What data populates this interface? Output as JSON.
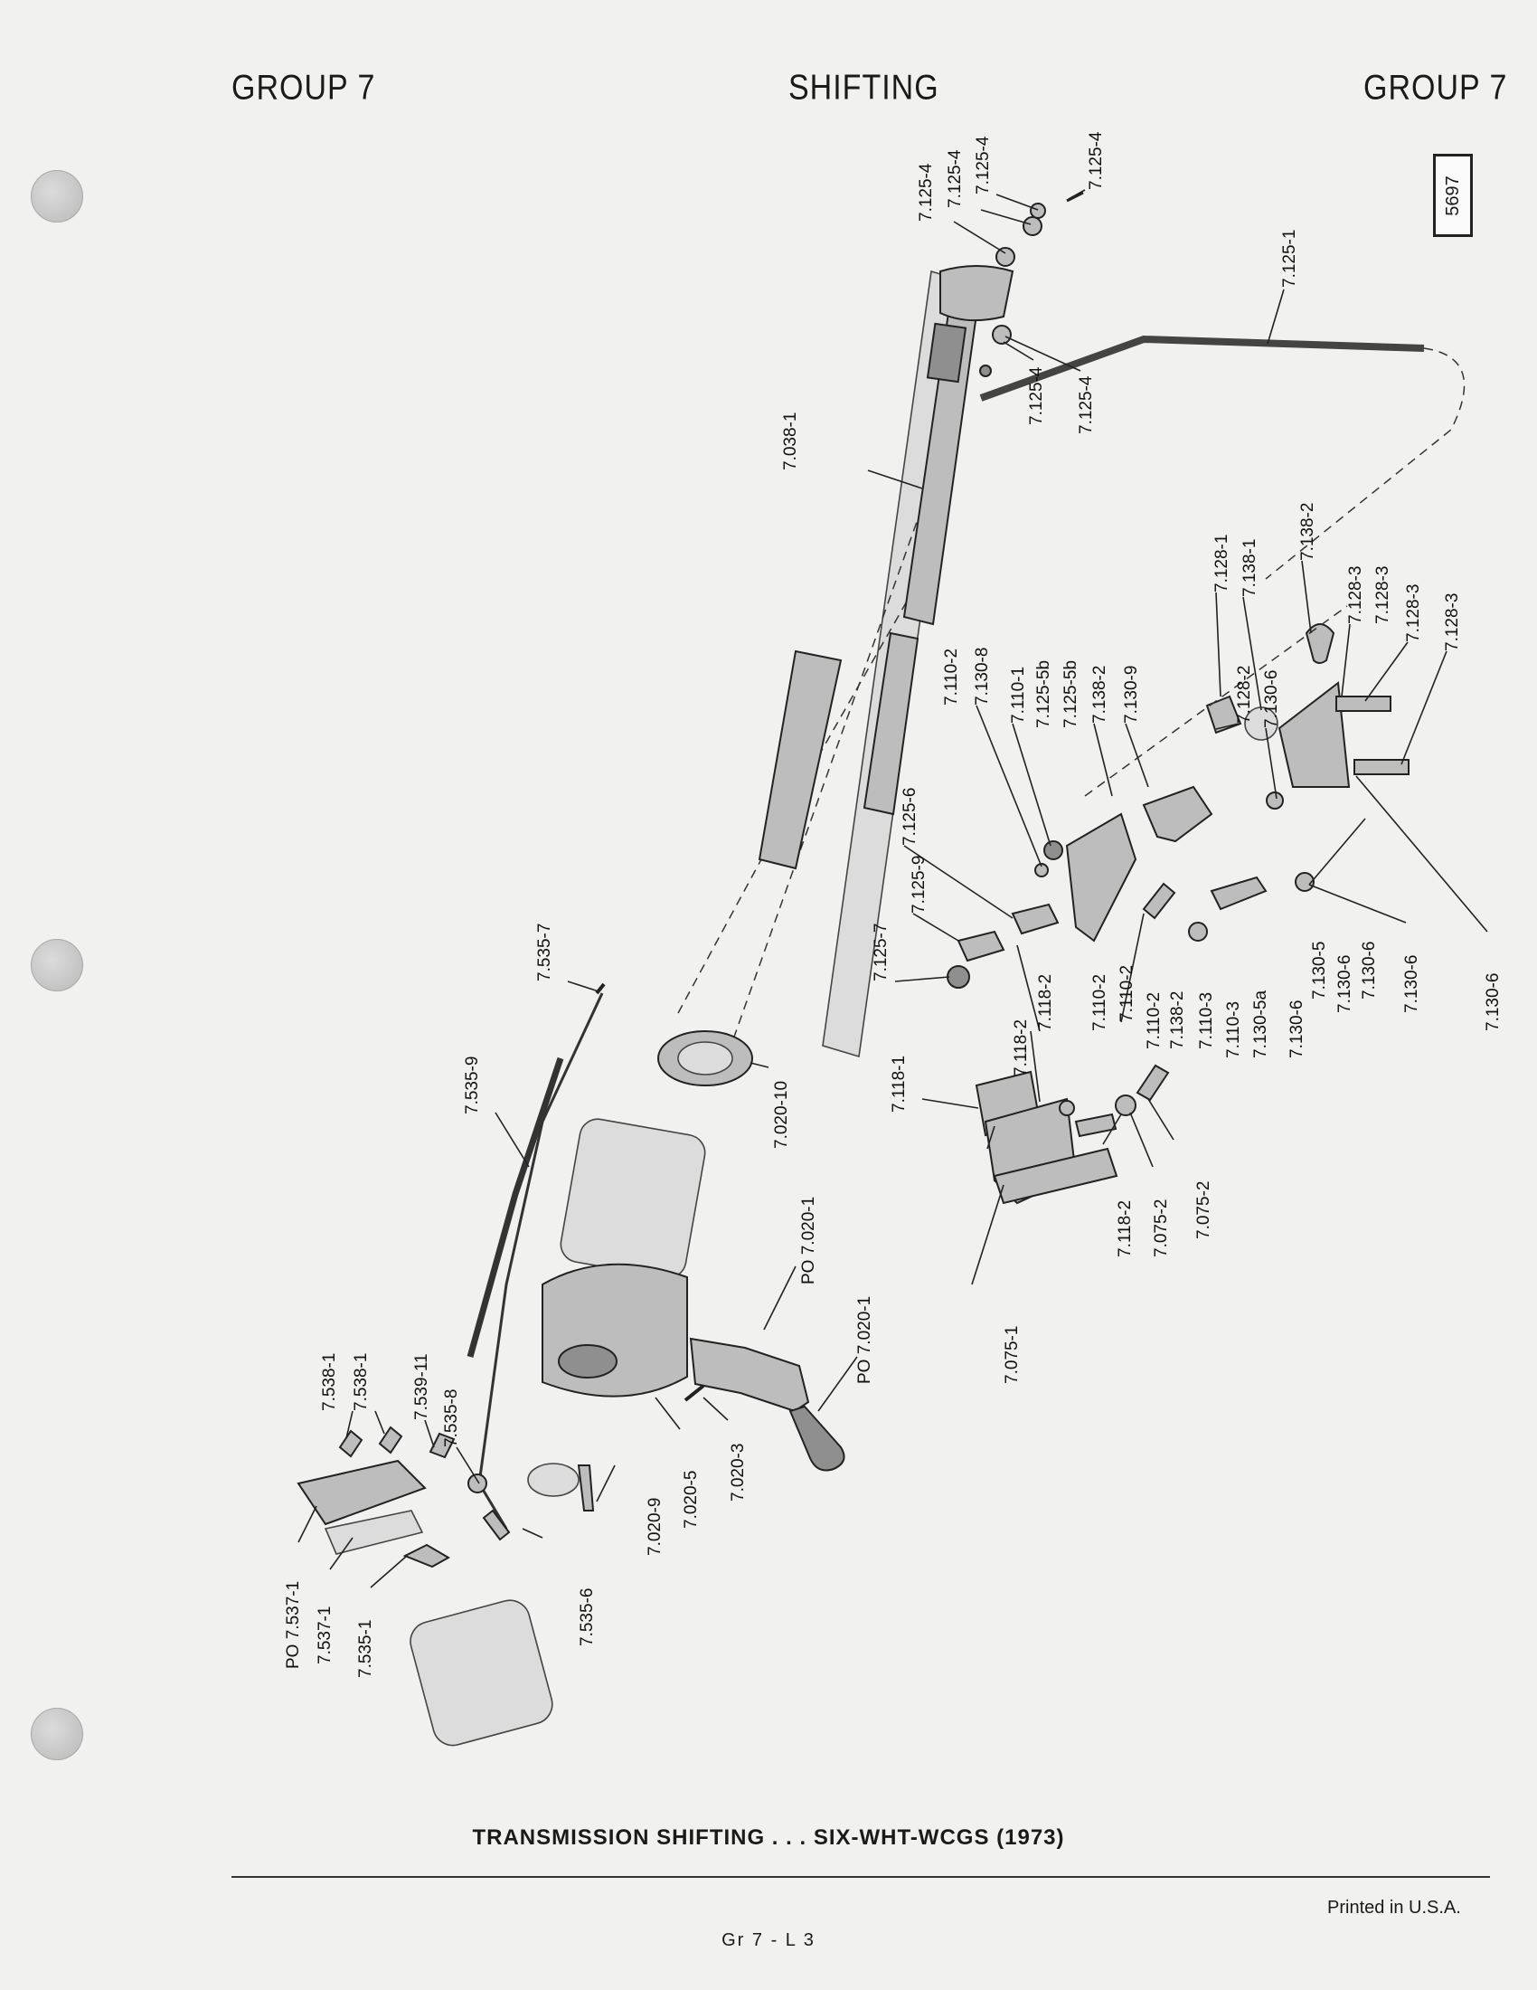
{
  "header": {
    "left": "GROUP 7",
    "center": "SHIFTING",
    "right": "GROUP 7"
  },
  "ref_box": "5697",
  "caption": "TRANSMISSION SHIFTING . . . SIX-WHT-WCGS (1973)",
  "footer": {
    "page_code": "Gr 7 - L 3",
    "printed": "Printed in U.S.A."
  },
  "callouts": {
    "c_7125_4a": "7.125-4",
    "c_7125_4b": "7.125-4",
    "c_7125_4c": "7.125-4",
    "c_7125_4d": "7.125-4",
    "c_7125_4e": "7.125-4",
    "c_7125_4f": "7.125-4",
    "c_7125_1": "7.125-1",
    "c_7038_1": "7.038-1",
    "c_7138_2a": "7.138-2",
    "c_7138_1": "7.138-1",
    "c_7128_1": "7.128-1",
    "c_7128_3a": "7.128-3",
    "c_7128_3b": "7.128-3",
    "c_7128_3c": "7.128-3",
    "c_7128_3d": "7.128-3",
    "c_7128_2": "7.128-2",
    "c_7130_6a": "7.130-6",
    "c_7130_9": "7.130-9",
    "c_7138_2b": "7.138-2",
    "c_7125_5b_a": "7.125-5b",
    "c_7125_5b_b": "7.125-5b",
    "c_7110_1": "7.110-1",
    "c_7130_8": "7.130-8",
    "c_7110_2a": "7.110-2",
    "c_7125_6": "7.125-6",
    "c_7125_9": "7.125-9",
    "c_7125_7": "7.125-7",
    "c_7130_6b": "7.130-6",
    "c_7130_6c": "7.130-6",
    "c_7130_6d": "7.130-6",
    "c_7130_6e": "7.130-6",
    "c_7130_6f": "7.130-6",
    "c_7130_5": "7.130-5",
    "c_7130_5a": "7.130-5a",
    "c_7110_3a": "7.110-3",
    "c_7110_3b": "7.110-3",
    "c_7138_2c": "7.138-2",
    "c_7110_2b": "7.110-2",
    "c_7110_2c": "7.110-2",
    "c_7110_2d": "7.110-2",
    "c_7118_2a": "7.118-2",
    "c_7118_2b": "7.118-2",
    "c_7118_2c": "7.118-2",
    "c_7118_1": "7.118-1",
    "c_7075_1": "7.075-1",
    "c_7075_2a": "7.075-2",
    "c_7075_2b": "7.075-2",
    "c_7535_7": "7.535-7",
    "c_7535_9": "7.535-9",
    "c_7020_10": "7.020-10",
    "c_po7020_1a": "PO 7.020-1",
    "c_po7020_1b": "PO 7.020-1",
    "c_7020_3": "7.020-3",
    "c_7020_5": "7.020-5",
    "c_7020_9": "7.020-9",
    "c_7538_1a": "7.538-1",
    "c_7538_1b": "7.538-1",
    "c_7539_11": "7.539-11",
    "c_7535_8": "7.535-8",
    "c_7535_6": "7.535-6",
    "c_po7537_1": "PO 7.537-1",
    "c_7537_1": "7.537-1",
    "c_7535_1": "7.535-1"
  }
}
